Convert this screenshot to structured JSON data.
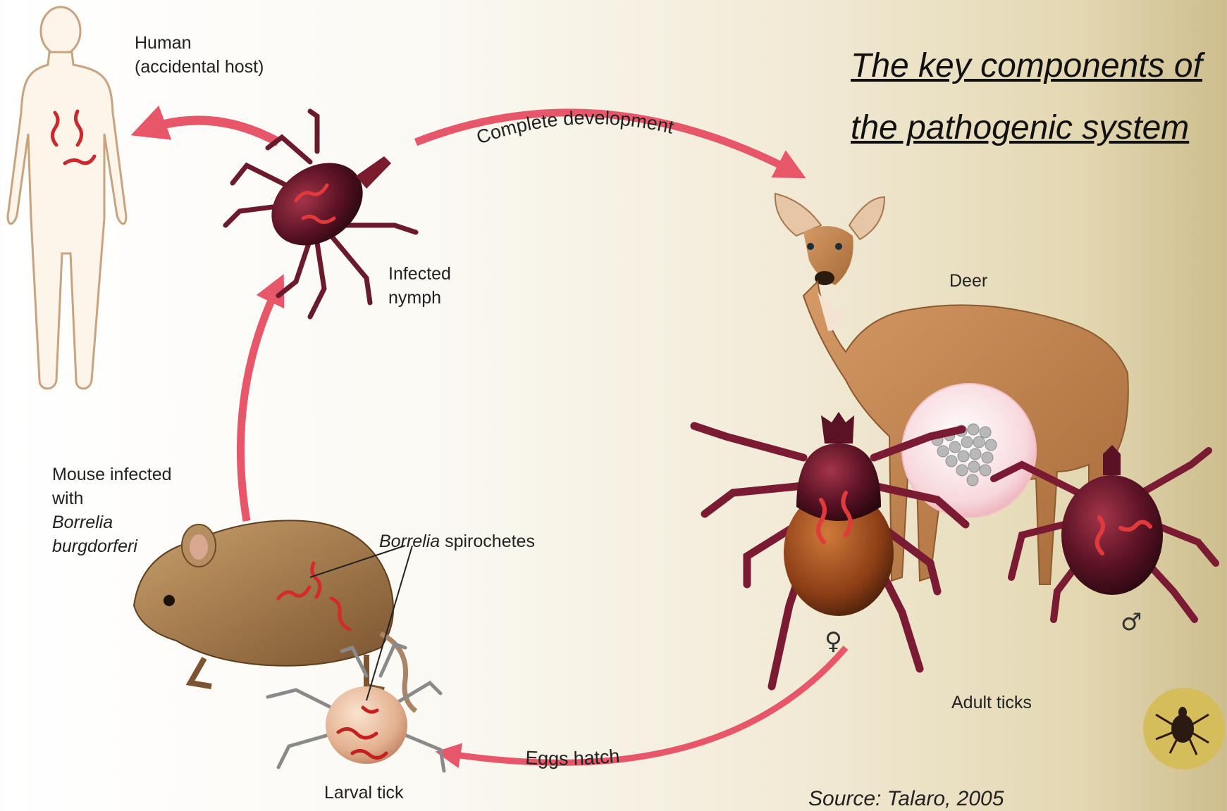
{
  "title_line1": "The key components of",
  "title_line2": "the pathogenic system",
  "labels": {
    "human_line1": "Human",
    "human_line2": "(accidental host)",
    "nymph_line1": "Infected",
    "nymph_line2": "nymph",
    "deer": "Deer",
    "mouse_line1": "Mouse infected",
    "mouse_line2": "with",
    "mouse_line3": "Borrelia",
    "mouse_line4": "burgdorferi",
    "spirochetes_italic": "Borrelia",
    "spirochetes_rest": " spirochetes",
    "larval": "Larval tick",
    "adult": "Adult ticks",
    "female_symbol": "♀",
    "male_symbol": "♂"
  },
  "arrows": {
    "complete": "Complete development",
    "eggs": "Eggs hatch"
  },
  "source_italic": "Source: Talaro, 2005",
  "colors": {
    "arrow": "#e8566a",
    "tick_body": "#4a0f1e",
    "spirochete": "#d42a2a",
    "deer": "#c08450",
    "mouse": "#9e7a50",
    "badge": "#d6bd5c"
  }
}
